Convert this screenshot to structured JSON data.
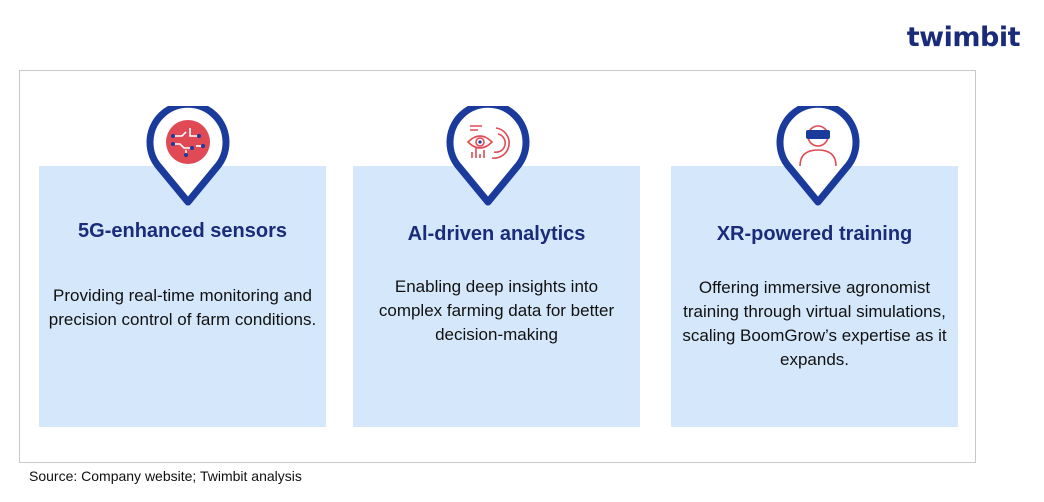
{
  "brand": {
    "logo_main": "twimbit",
    "accent_color": "#e8336d",
    "primary_color": "#1a2b7a"
  },
  "cards": [
    {
      "title": "5G-enhanced sensors",
      "text": "Providing real-time monitoring and precision control of farm conditions.",
      "icon": "circuit-chip-icon"
    },
    {
      "title": "Al-driven analytics",
      "text": "Enabling deep insights into complex farming data for better decision-making",
      "icon": "eye-analytics-icon"
    },
    {
      "title": "XR-powered training",
      "text": "Offering immersive agronomist training through virtual simulations, scaling BoomGrow’s expertise as it expands.",
      "icon": "vr-headset-person-icon"
    }
  ],
  "footer": {
    "source": "Source: Company website; Twimbit analysis"
  },
  "colors": {
    "card_bg": "#d5e8fb",
    "pin_ring": "#1a3a9c",
    "icon_red": "#e04a55"
  }
}
